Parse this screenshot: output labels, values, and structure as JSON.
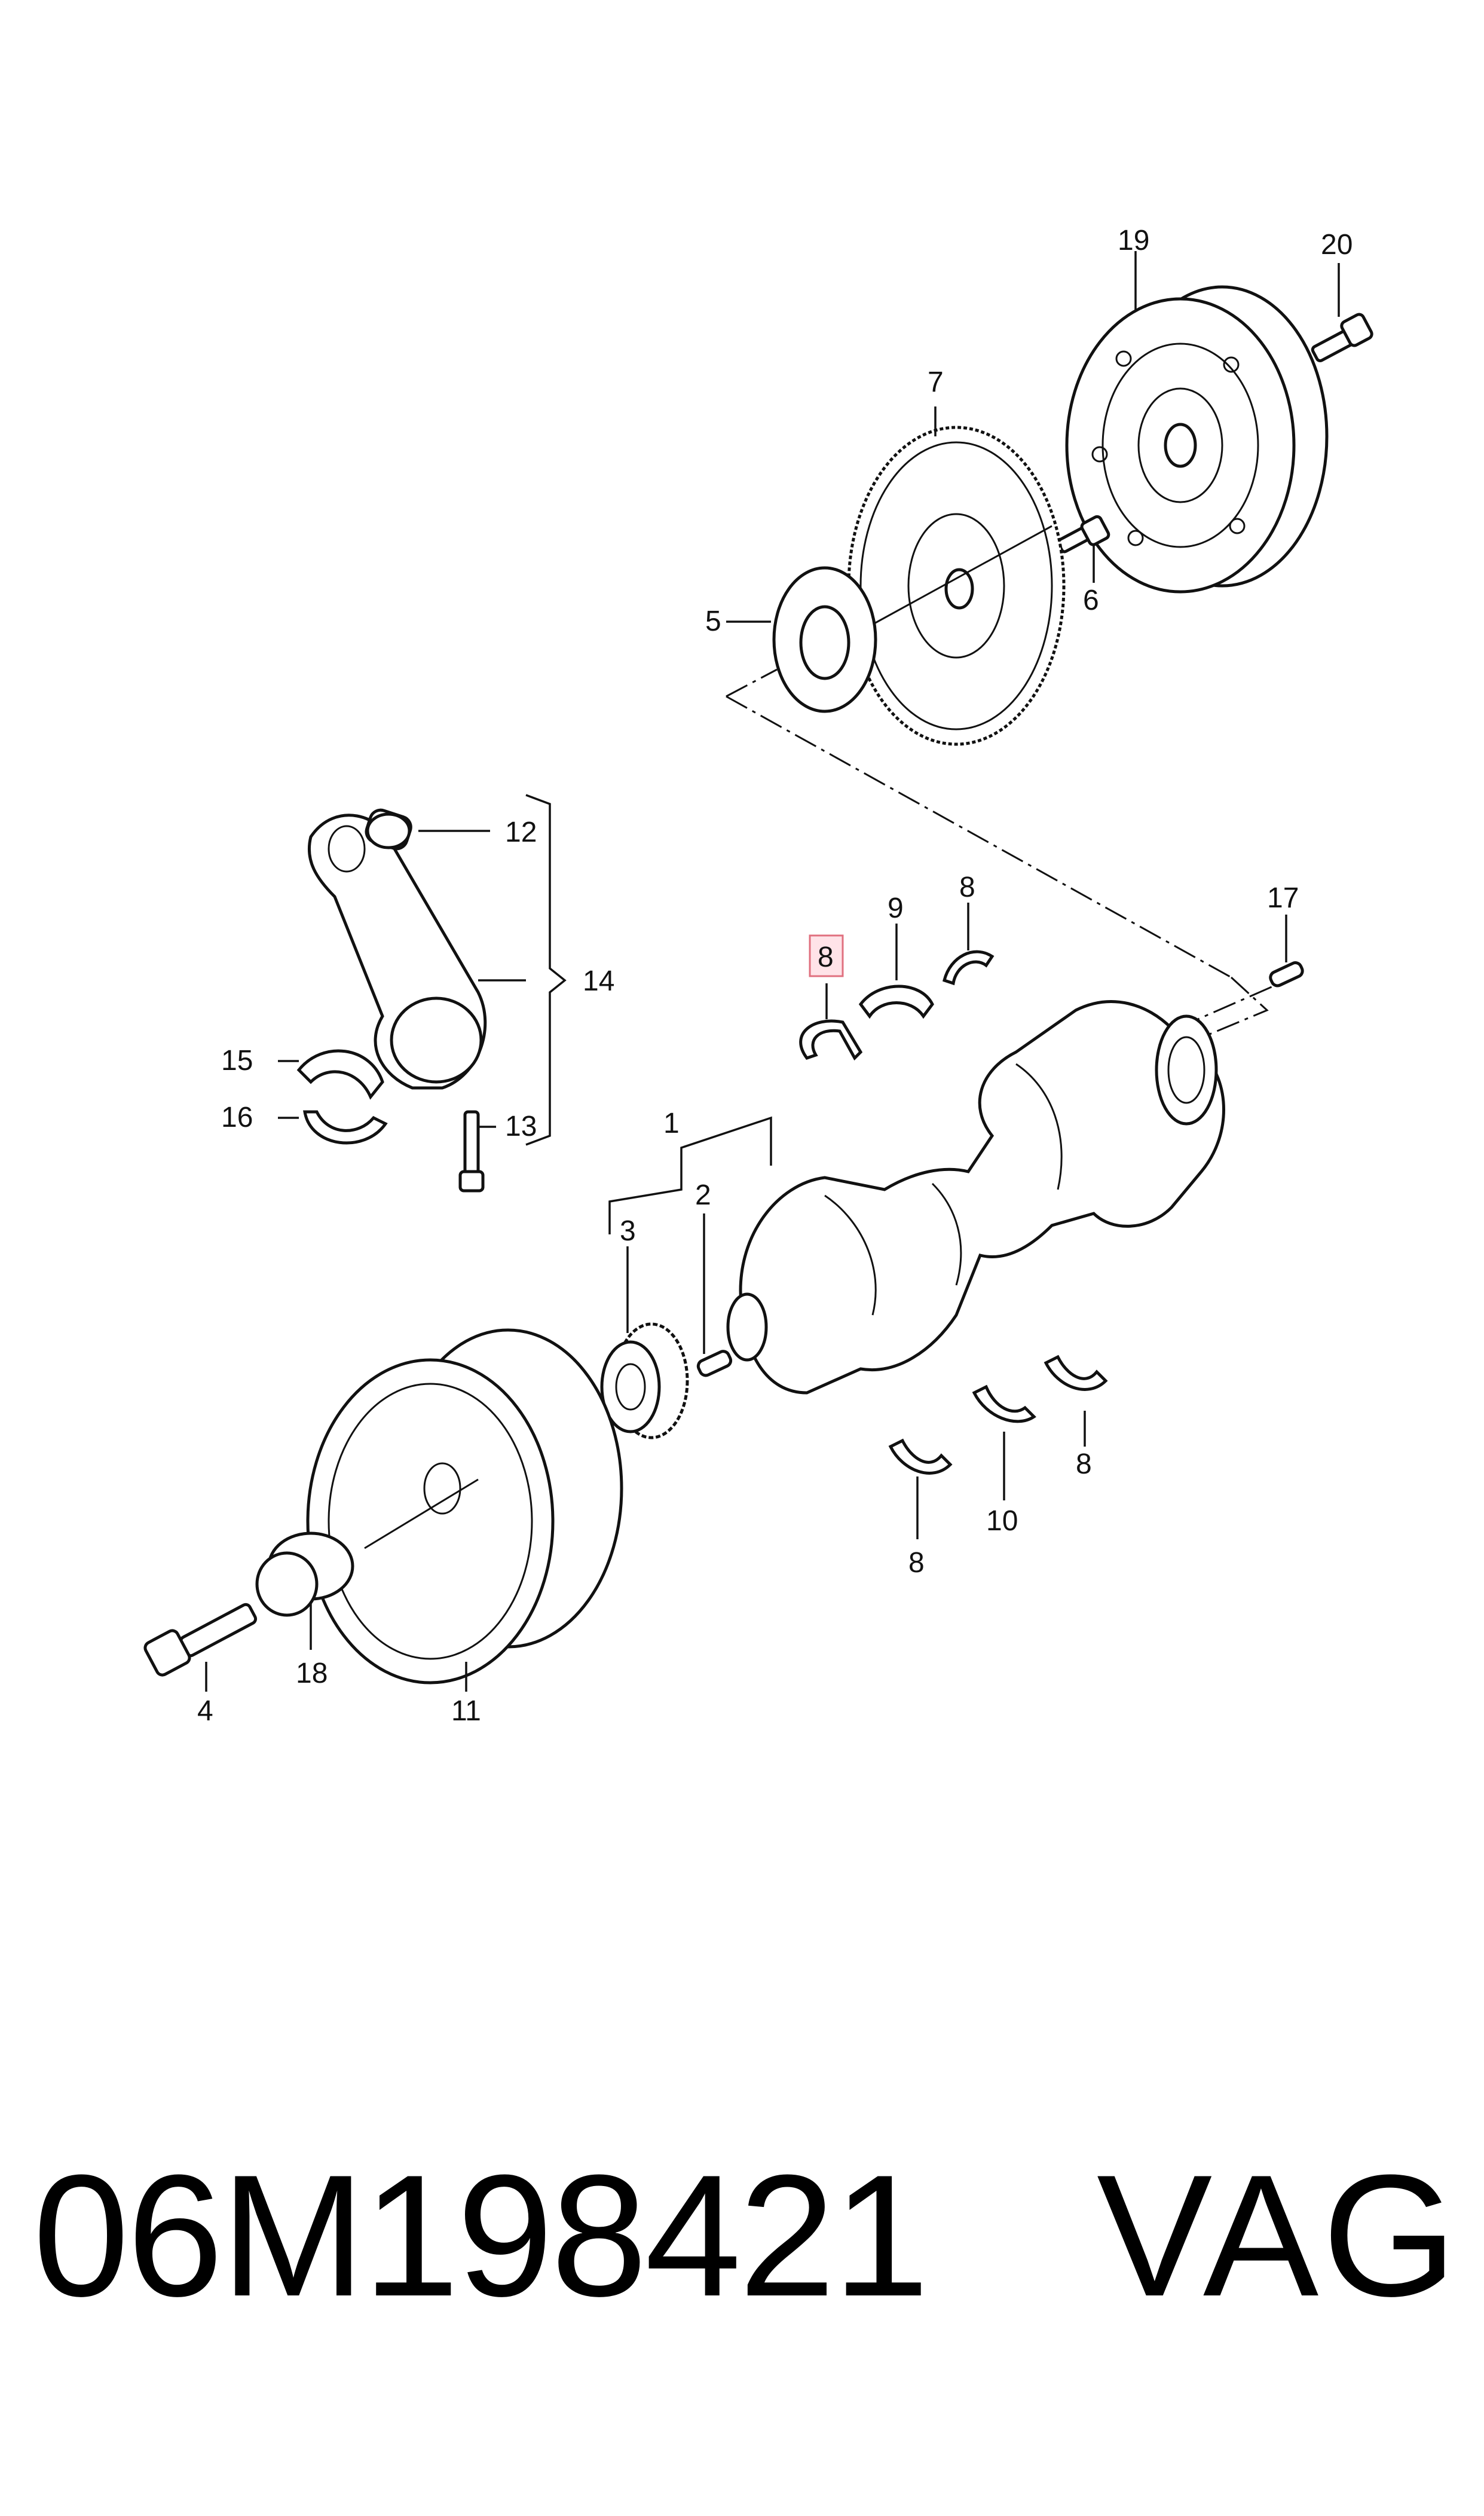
{
  "callouts": {
    "c1": "1",
    "c2": "2",
    "c3": "3",
    "c4": "4",
    "c5": "5",
    "c6": "6",
    "c7": "7",
    "c8_hl": "8",
    "c8_top": "8",
    "c8_right": "8",
    "c8_bottom": "8",
    "c9": "9",
    "c10": "10",
    "c11": "11",
    "c12": "12",
    "c13": "13",
    "c14": "14",
    "c15": "15",
    "c16": "16",
    "c17": "17",
    "c18": "18",
    "c19": "19",
    "c20": "20"
  },
  "highlight": {
    "color": "#e0707f",
    "fill": "#ffe3e8"
  },
  "footer": {
    "part_number": "06M198421",
    "brand": "VAG"
  }
}
